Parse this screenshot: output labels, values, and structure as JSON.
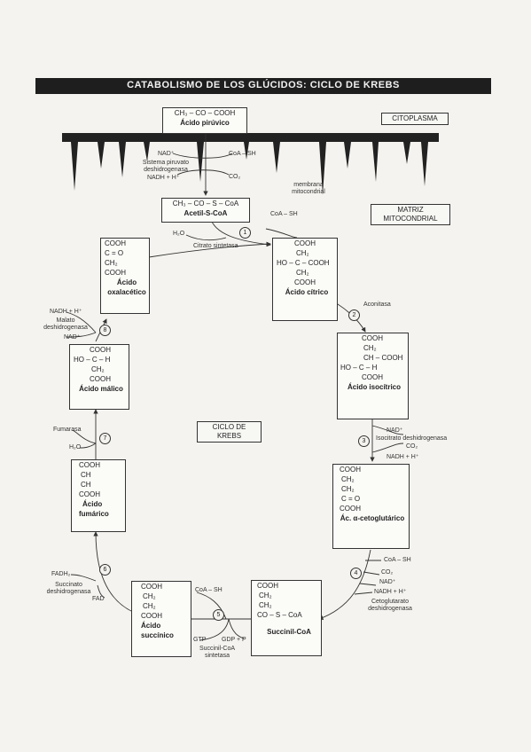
{
  "title": "CATABOLISMO DE LOS GLÚCIDOS: CICLO DE KREBS",
  "regions": {
    "cytoplasm": "CITOPLASMA",
    "matrix_line1": "MATRIZ",
    "matrix_line2": "MITOCONDRIAL",
    "membrane": "membrana mitocondrial"
  },
  "cycle_label": "CICLO DE KREBS",
  "pyruvate": {
    "formula": "CH₃ – CO – COOH",
    "name": "Ácido pirúvico"
  },
  "pdh": {
    "nad": "NAD⁺",
    "coash": "CoA – SH",
    "enzyme_l1": "Sistema piruvato",
    "enzyme_l2": "deshidrogenasa",
    "nadh": "NADH + H⁺",
    "co2": "CO₂"
  },
  "acetyl": {
    "formula": "CH₃ – CO – S – CoA",
    "name": "Acetil-S-CoA"
  },
  "step1": {
    "num": "1",
    "h2o": "H₂O",
    "coash": "CoA – SH",
    "enzyme": "Citrato sintetasa"
  },
  "oxaloacetate": {
    "l1": "COOH",
    "l2": "C = O",
    "l3": "CH₂",
    "l4": "COOH",
    "name1": "Ácido",
    "name2": "oxalacético"
  },
  "citrate": {
    "l1": "COOH",
    "l2": "CH₂",
    "l3": "HO – C – COOH",
    "l4": "CH₂",
    "l5": "COOH",
    "name": "Ácido cítrico"
  },
  "step2": {
    "num": "2",
    "enzyme": "Aconitasa"
  },
  "isocitrate": {
    "l1": "COOH",
    "l2": "CH₂",
    "l3": "CH – COOH",
    "l4": "HO – C – H",
    "l5": "COOH",
    "name": "Ácido isocítrico"
  },
  "step3": {
    "num": "3",
    "nad": "NAD⁺",
    "enzyme": "Isocitrato deshidrogenasa",
    "co2": "CO₂",
    "nadh": "NADH + H⁺"
  },
  "akg": {
    "l1": "COOH",
    "l2": "CH₂",
    "l3": "CH₂",
    "l4": "C = O",
    "l5": "COOH",
    "name": "Ác. α-cetoglutárico"
  },
  "step4": {
    "num": "4",
    "coash": "CoA – SH",
    "co2": "CO₂",
    "nad": "NAD⁺",
    "nadh": "NADH + H⁺",
    "enzyme_l1": "Cetoglutarato",
    "enzyme_l2": "deshidrogenasa"
  },
  "succinylcoa": {
    "l1": "COOH",
    "l2": "CH₂",
    "l3": "CH₂",
    "l4": "CO – S – CoA",
    "name": "Succinil-CoA"
  },
  "step5": {
    "num": "5",
    "coash": "CoA – SH",
    "gtp": "GTP",
    "gdp": "GDP + P",
    "enzyme_l1": "Succinil-CoA",
    "enzyme_l2": "sintetasa"
  },
  "succinate": {
    "l1": "COOH",
    "l2": "CH₂",
    "l3": "CH₂",
    "l4": "COOH",
    "name1": "Ácido",
    "name2": "succínico"
  },
  "step6": {
    "num": "6",
    "fadh2": "FADH₂",
    "enzyme_l1": "Succinato",
    "enzyme_l2": "deshidrogenasa",
    "fad": "FAD"
  },
  "fumarate": {
    "l1": "COOH",
    "l2": "CH",
    "l3": "CH",
    "l4": "COOH",
    "name1": "Ácido",
    "name2": "fumárico"
  },
  "step7": {
    "num": "7",
    "enzyme": "Fumarasa",
    "h2o": "H₂O"
  },
  "malate": {
    "l1": "COOH",
    "l2": "HO – C – H",
    "l3": "CH₂",
    "l4": "COOH",
    "name": "Ácido málico"
  },
  "step8": {
    "num": "8",
    "nadh": "NADH + H⁺",
    "enzyme_l1": "Malato",
    "enzyme_l2": "deshidrogenasa",
    "nad": "NAD⁺"
  }
}
